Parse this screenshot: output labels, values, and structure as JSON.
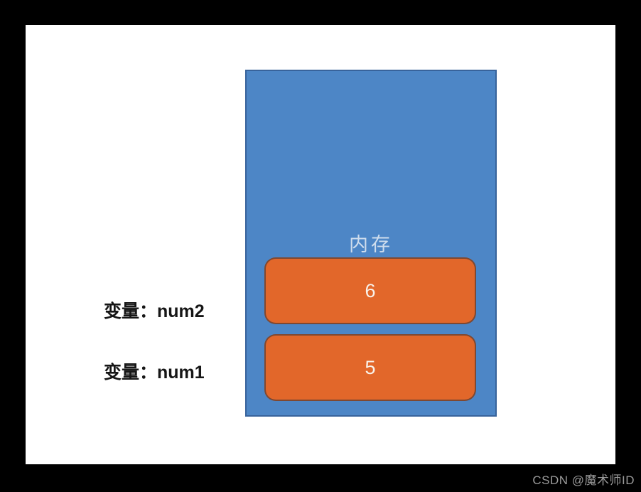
{
  "page": {
    "background_color": "#000000",
    "canvas_color": "#ffffff"
  },
  "diagram": {
    "memory": {
      "title": "内存",
      "fill_color": "#4d86c6",
      "border_color": "#38639b",
      "title_color": "#cfdded"
    },
    "cell_style": {
      "fill_color": "#e2672a",
      "value_color": "#f9f2ea"
    },
    "variables": [
      {
        "label": "变量：num2",
        "value": "6"
      },
      {
        "label": "变量：num1",
        "value": "5"
      }
    ]
  },
  "watermark": {
    "text": "CSDN @魔术师ID",
    "color": "#9b9b9b"
  }
}
